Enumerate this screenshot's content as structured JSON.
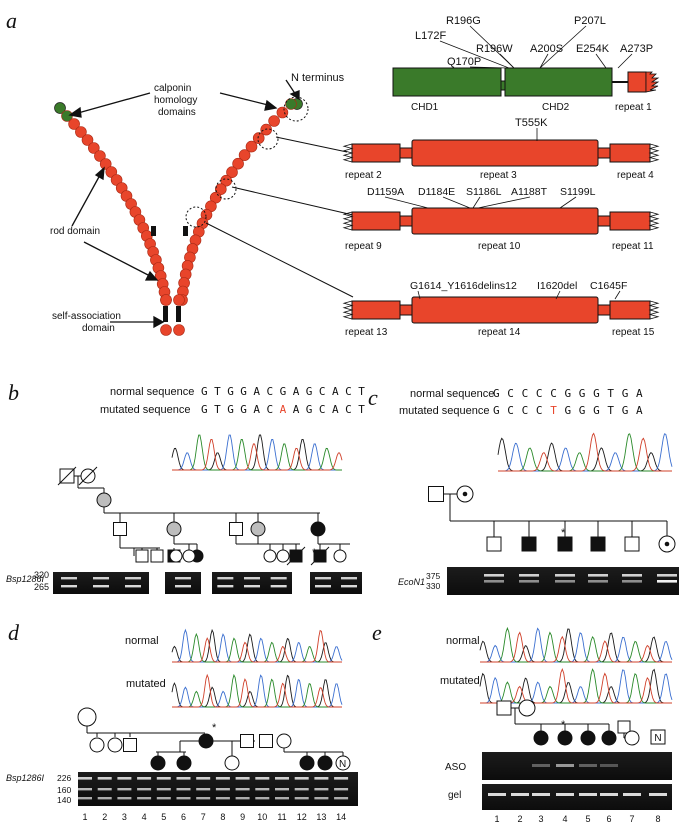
{
  "panel_a": {
    "letter": "a",
    "labels": {
      "calponin": [
        "calponin",
        "homology",
        "domains"
      ],
      "n_terminus": "N terminus",
      "rod_domain": "rod domain",
      "self_assoc": [
        "self-association",
        "domain"
      ]
    },
    "row1": {
      "mutations": [
        "R196G",
        "P207L",
        "L172F",
        "R196W",
        "A200S",
        "E254K",
        "A273P",
        "Q170P"
      ],
      "domains": [
        "CHD1",
        "CHD2",
        "repeat 1"
      ]
    },
    "row2": {
      "mutations": [
        "T555K"
      ],
      "repeats": [
        "repeat 2",
        "repeat 3",
        "repeat 4"
      ]
    },
    "row3": {
      "mutations": [
        "D1159A",
        "D1184E",
        "S1186L",
        "A1188T",
        "S1199L"
      ],
      "repeats": [
        "repeat 9",
        "repeat 10",
        "repeat 11"
      ]
    },
    "row4": {
      "mutations": [
        "G1614_Y1616delins12",
        "I1620del",
        "C1645F"
      ],
      "repeats": [
        "repeat 13",
        "repeat 14",
        "repeat 15"
      ]
    }
  },
  "panel_b": {
    "letter": "b",
    "normal_label": "normal sequence",
    "mutated_label": "mutated sequence",
    "normal_seq": [
      "G",
      "T",
      "G",
      "G",
      "A",
      "C",
      "G",
      "A",
      "G",
      "C",
      "A",
      "C",
      "T"
    ],
    "mutated_seq": [
      "G",
      "T",
      "G",
      "G",
      "A",
      "C",
      "A",
      "A",
      "G",
      "C",
      "A",
      "C",
      "T"
    ],
    "mutated_index": 6,
    "enzyme": "Bsp1286I",
    "sizes": [
      "320",
      "265"
    ],
    "star": "*"
  },
  "panel_c": {
    "letter": "c",
    "normal_label": "normal sequence",
    "mutated_label": "mutated sequence",
    "normal_seq": [
      "G",
      "C",
      "C",
      "C",
      "C",
      "G",
      "G",
      "G",
      "T",
      "G",
      "A"
    ],
    "mutated_seq": [
      "G",
      "C",
      "C",
      "C",
      "T",
      "G",
      "G",
      "G",
      "T",
      "G",
      "A"
    ],
    "mutated_index": 4,
    "enzyme": "EcoN1",
    "sizes": [
      "375",
      "330"
    ],
    "star": "*"
  },
  "panel_d": {
    "letter": "d",
    "normal_label": "normal",
    "mutated_label": "mutated",
    "enzyme": "Bsp1286I",
    "sizes": [
      "226",
      "160",
      "140"
    ],
    "lanes": [
      "1",
      "2",
      "3",
      "4",
      "5",
      "6",
      "7",
      "8",
      "9",
      "10",
      "11",
      "12",
      "13",
      "14"
    ],
    "n_symbol": "N",
    "star": "*"
  },
  "panel_e": {
    "letter": "e",
    "normal_label": "normal",
    "mutated_label": "mutated",
    "aso_label": "ASO",
    "gel_label": "gel",
    "lanes": [
      "1",
      "2",
      "3",
      "4",
      "5",
      "6",
      "7",
      "8"
    ],
    "n_symbol": "N",
    "star": "*"
  },
  "colors": {
    "red": "#e8452b",
    "green": "#3a7a2a",
    "gray": "#bdbdbd",
    "mut_letter": "#e8452b"
  }
}
